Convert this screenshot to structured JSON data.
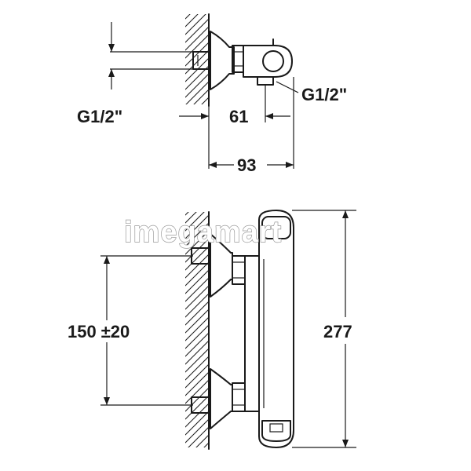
{
  "labels": {
    "inlet_thread_left": "G1/2\"",
    "outlet_thread_right": "G1/2\"",
    "depth_body": "61",
    "depth_total": "93",
    "spacing_value": "150",
    "spacing_tolerance": "±20",
    "height_total": "277"
  },
  "watermark": "imegamart",
  "colors": {
    "line": "#1a1a1a",
    "background": "#ffffff",
    "watermark_stroke": "#9a9a9a"
  }
}
